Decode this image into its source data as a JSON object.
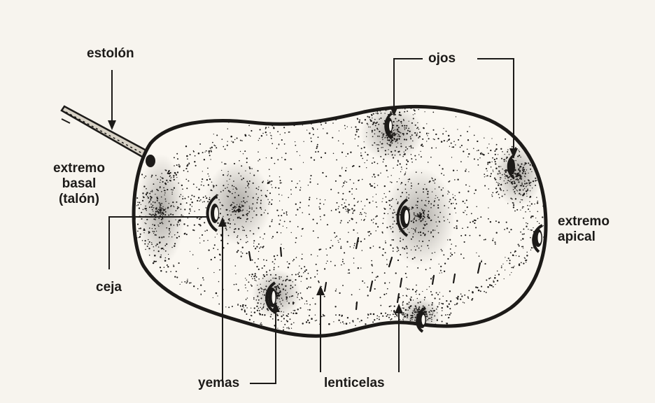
{
  "labels": {
    "estolon": "estolón",
    "ojos": "ojos",
    "extremo_basal": [
      "extremo",
      "basal",
      "(talón)"
    ],
    "extremo_apical": [
      "extremo",
      "apical"
    ],
    "ceja": "ceja",
    "yemas": "yemas",
    "lenticelas": "lenticelas"
  },
  "colors": {
    "paper": "#f7f4ee",
    "ink": "#1c1a18"
  }
}
